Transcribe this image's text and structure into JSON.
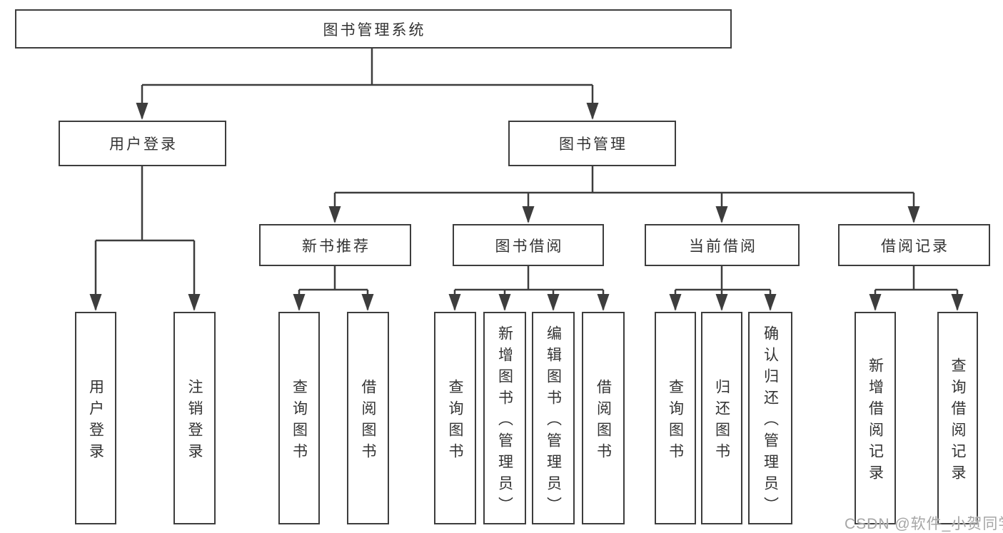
{
  "colors": {
    "background": "#ffffff",
    "box_border": "#3d3d3d",
    "connector_line": "#3d3d3d",
    "text": "#333333",
    "watermark": "#a6a6a6"
  },
  "watermark": {
    "text": "CSDN @软件_小贺同学"
  },
  "diagram": {
    "root": {
      "label": "图书管理系统"
    },
    "level2": [
      {
        "label": "用户登录",
        "parent": "图书管理系统"
      },
      {
        "label": "图书管理",
        "parent": "图书管理系统"
      }
    ],
    "level3": [
      {
        "label": "新书推荐",
        "parent": "图书管理"
      },
      {
        "label": "图书借阅",
        "parent": "图书管理"
      },
      {
        "label": "当前借阅",
        "parent": "图书管理"
      },
      {
        "label": "借阅记录",
        "parent": "图书管理"
      }
    ],
    "leaves": [
      {
        "label": "用户登录",
        "parent": "用户登录"
      },
      {
        "label": "注销登录",
        "parent": "用户登录"
      },
      {
        "label": "查询图书",
        "parent": "新书推荐"
      },
      {
        "label": "借阅图书",
        "parent": "新书推荐"
      },
      {
        "label": "查询图书",
        "parent": "图书借阅"
      },
      {
        "label": "新增图书（管理员）",
        "parent": "图书借阅"
      },
      {
        "label": "编辑图书（管理员）",
        "parent": "图书借阅"
      },
      {
        "label": "借阅图书",
        "parent": "图书借阅"
      },
      {
        "label": "查询图书",
        "parent": "当前借阅"
      },
      {
        "label": "归还图书",
        "parent": "当前借阅"
      },
      {
        "label": "确认归还（管理员）",
        "parent": "当前借阅"
      },
      {
        "label": "新增借阅记录",
        "parent": "借阅记录"
      },
      {
        "label": "查询借阅记录",
        "parent": "借阅记录"
      }
    ]
  }
}
